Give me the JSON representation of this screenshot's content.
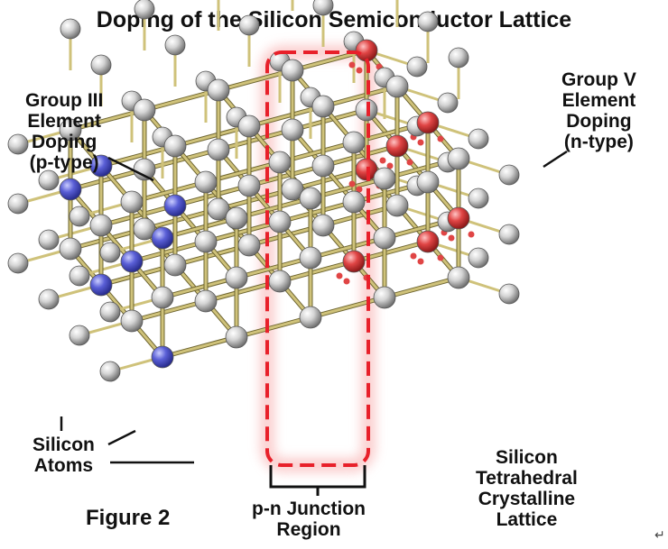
{
  "title": "Doping of the Silicon Semiconductor Lattice",
  "labels": {
    "group3": [
      "Group III",
      "Element",
      "Doping",
      "(p-type)"
    ],
    "group5": [
      "Group V",
      "Element",
      "Doping",
      "(n-type)"
    ],
    "silicon_atoms": [
      "Silicon",
      "Atoms"
    ],
    "junction": [
      "p-n Junction",
      "Region"
    ],
    "lattice": [
      "Silicon",
      "Tetrahedral",
      "Crystalline",
      "Lattice"
    ],
    "figure": "Figure 2"
  },
  "colors": {
    "silicon_atom": "#c8c8c8",
    "group3_atom": "#5a5fd6",
    "group5_atom": "#e04545",
    "bond": "#cfc27a",
    "junction_box": "#e8202a",
    "junction_glow": "#f7a4a4"
  },
  "icons": {
    "return_mark": "↵"
  }
}
